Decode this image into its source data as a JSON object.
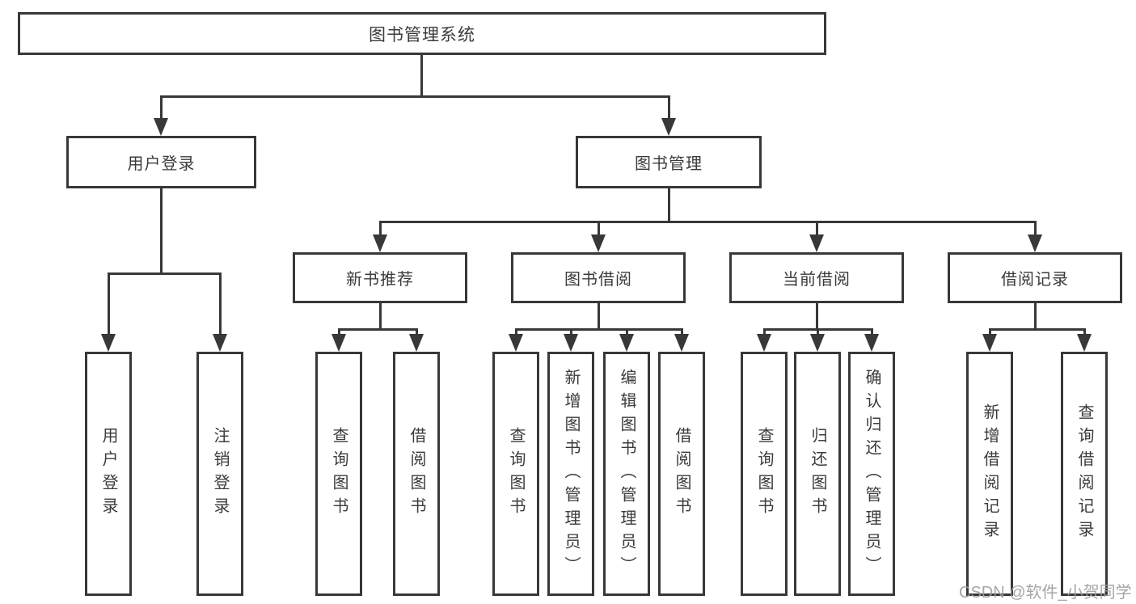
{
  "colors": {
    "line": "#383838",
    "box_border": "#383838",
    "text": "#3b3b3b",
    "watermark_text": "#9e9e9e",
    "background": "#ffffff"
  },
  "watermark": {
    "label": "CSDN @软件_小贺同学"
  },
  "diagram": {
    "root": {
      "label": "图书管理系统"
    },
    "branches": [
      {
        "label": "用户登录",
        "children": [
          {
            "label": "用户登录"
          },
          {
            "label": "注销登录"
          }
        ]
      },
      {
        "label": "图书管理",
        "children": [
          {
            "label": "新书推荐",
            "children": [
              {
                "label": "查询图书"
              },
              {
                "label": "借阅图书"
              }
            ]
          },
          {
            "label": "图书借阅",
            "children": [
              {
                "label": "查询图书"
              },
              {
                "label": "新增图书（管理员）"
              },
              {
                "label": "编辑图书（管理员）"
              },
              {
                "label": "借阅图书"
              }
            ]
          },
          {
            "label": "当前借阅",
            "children": [
              {
                "label": "查询图书"
              },
              {
                "label": "归还图书"
              },
              {
                "label": "确认归还（管理员）"
              }
            ]
          },
          {
            "label": "借阅记录",
            "children": [
              {
                "label": "新增借阅记录"
              },
              {
                "label": "查询借阅记录"
              }
            ]
          }
        ]
      }
    ]
  }
}
